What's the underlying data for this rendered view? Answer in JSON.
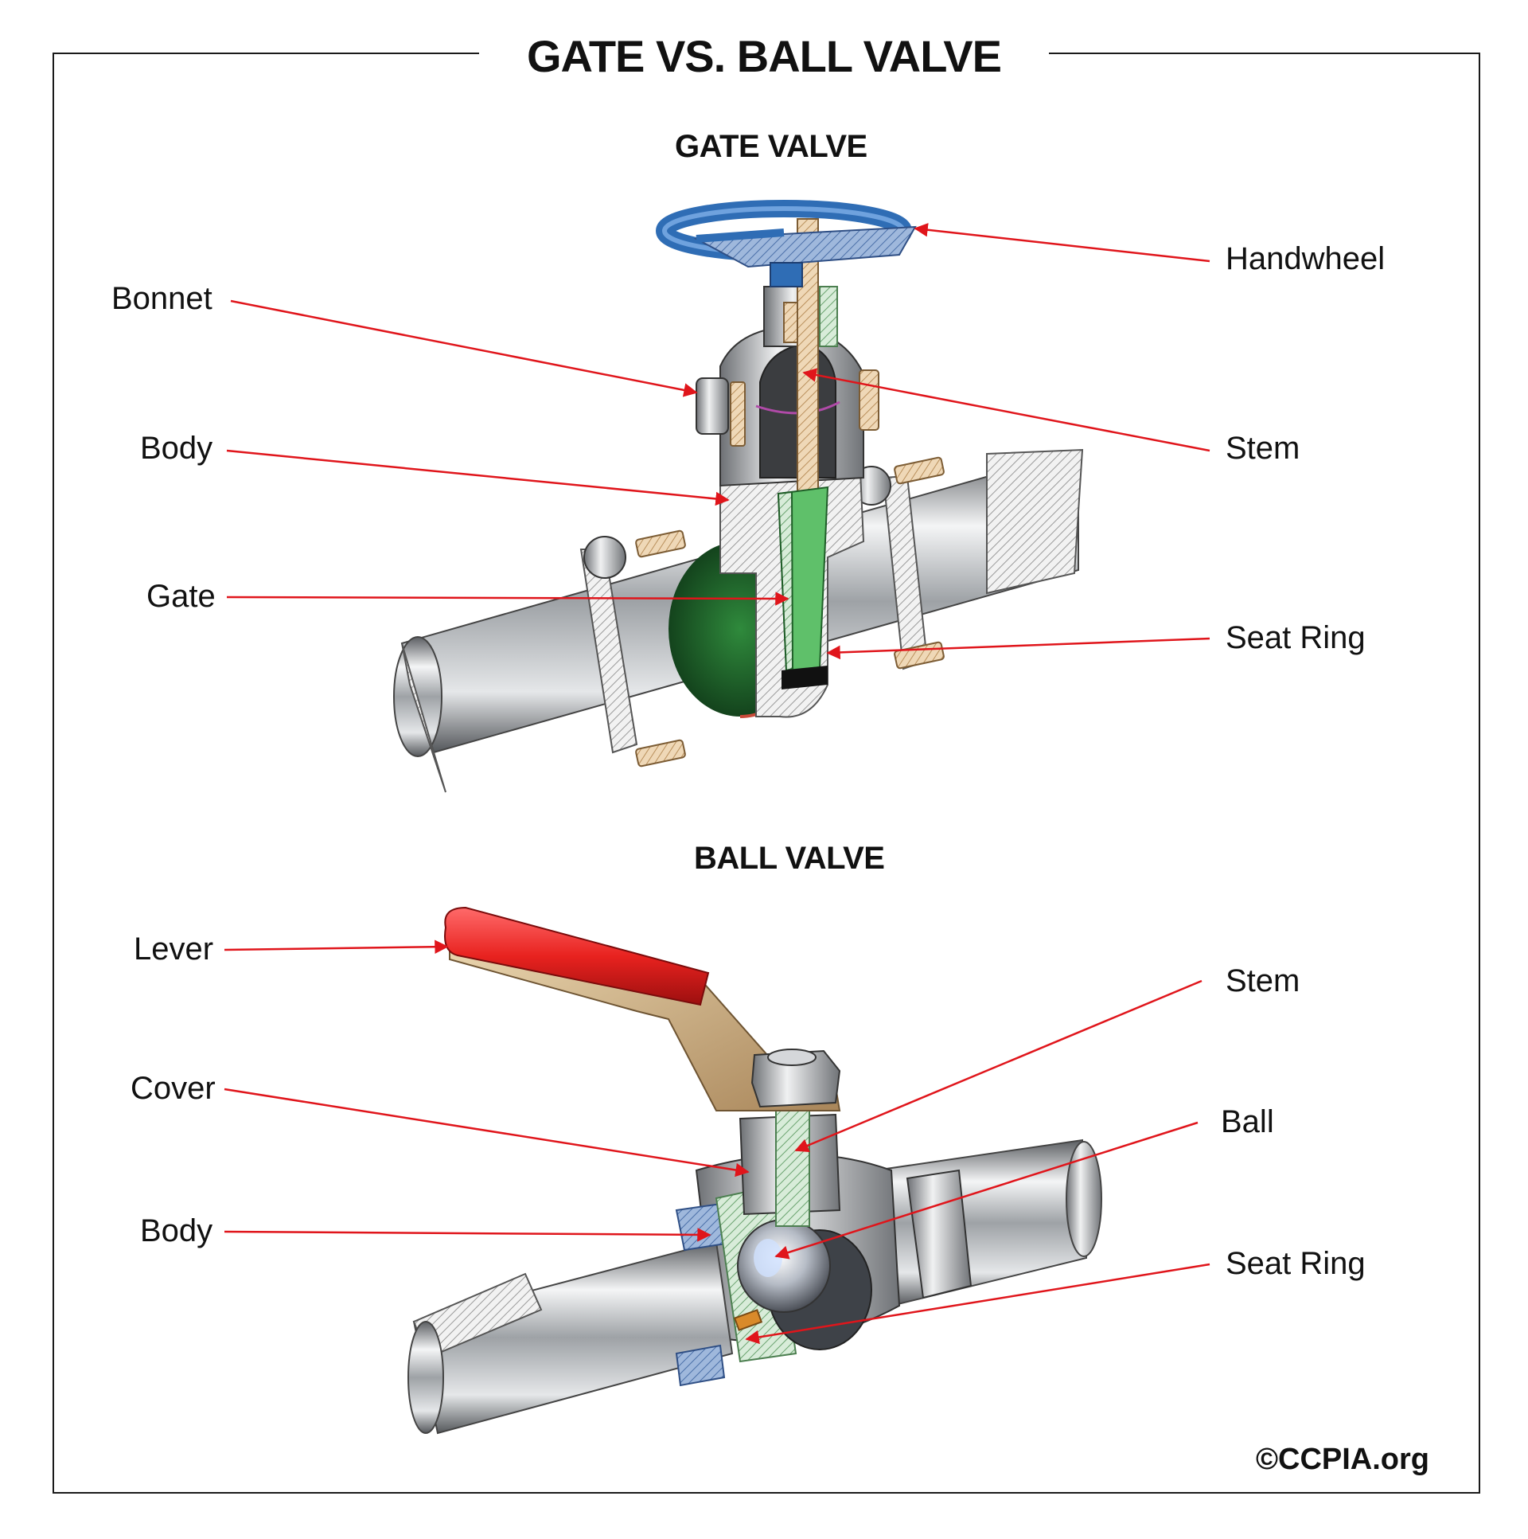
{
  "title": "GATE VS. BALL VALVE",
  "gate_valve": {
    "heading": "GATE VALVE",
    "labels": {
      "handwheel": "Handwheel",
      "bonnet": "Bonnet",
      "stem": "Stem",
      "body": "Body",
      "gate": "Gate",
      "seat_ring": "Seat Ring"
    }
  },
  "ball_valve": {
    "heading": "BALL VALVE",
    "labels": {
      "lever": "Lever",
      "stem": "Stem",
      "cover": "Cover",
      "ball": "Ball",
      "body": "Body",
      "seat_ring": "Seat Ring"
    }
  },
  "credit": "©CCPIA.org",
  "colors": {
    "leader": "#e0151b",
    "handwheel": "#2f6db5",
    "lever": "#e02a2a",
    "gate": "#3aa24a",
    "brass": "#d9b98a",
    "steel": "#b9bcc0"
  }
}
